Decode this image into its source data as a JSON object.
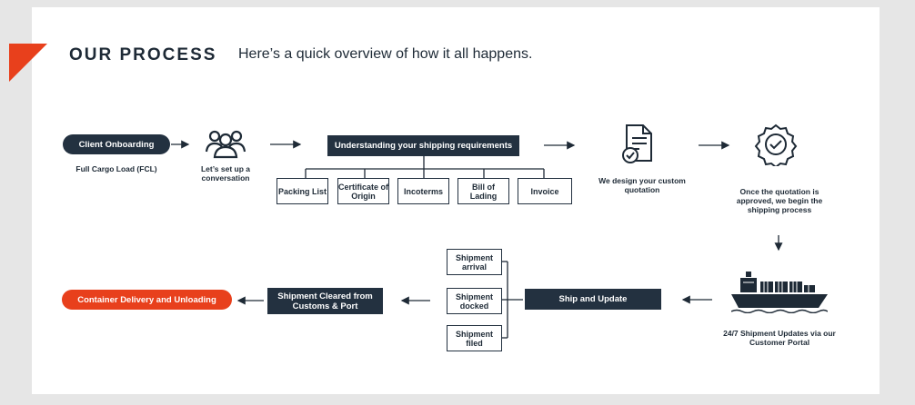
{
  "header": {
    "title": "OUR PROCESS",
    "subtitle": "Here’s a quick overview of how it all happens."
  },
  "steps": {
    "client_onboarding": "Client Onboarding",
    "full_cargo_load": "Full Cargo Load (FCL)",
    "lets_set_up": "Let’s set up a conversation",
    "understanding": "Understanding your shipping requirements",
    "documents": [
      "Packing List",
      "Certificate of Origin",
      "Incoterms",
      "Bill of Lading",
      "Invoice"
    ],
    "design_quotation": "We design your custom quotation",
    "quotation_approved": "Once the quotation is approved, we begin the shipping process",
    "shipment_updates": "24/7 Shipment Updates via our Customer Portal",
    "ship_and_update": "Ship and Update",
    "statuses": [
      "Shipment arrival",
      "Shipment docked",
      "Shipment filed"
    ],
    "cleared": "Shipment Cleared from Customs & Port",
    "delivery": "Container Delivery and Unloading"
  },
  "colors": {
    "accent": "#e8401c",
    "dark": "#233140"
  },
  "icons": [
    "people-icon",
    "document-check-icon",
    "badge-check-icon",
    "cargo-ship-icon"
  ]
}
